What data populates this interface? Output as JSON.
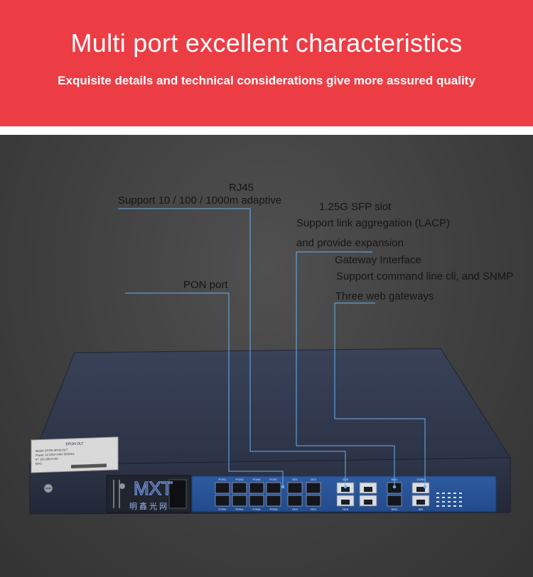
{
  "banner": {
    "title": "Multi port excellent characteristics",
    "subtitle": "Exquisite details and technical considerations give more assured quality",
    "background": "#ec3d45"
  },
  "callouts": {
    "rj45_title": "RJ45",
    "rj45_desc": "Support 10 / 100 / 1000m adaptive",
    "sfp_title": "1.25G SFP slot",
    "sfp_desc1": "Support link aggregation (LACP)",
    "sfp_desc2": "and provide expansion",
    "gateway_title": "Gateway Interface",
    "gateway_desc1": "Support command line cli, and SNMP",
    "gateway_desc2": "Three web gateways",
    "pon_title": "PON port",
    "line_color": "#6ab0f0"
  },
  "device": {
    "label_lines": [
      "EPON OLT",
      "Model: EPON-4PON OLT",
      "Power: AC100V-240V 50/60Hz",
      "IP: 192.168.0.100",
      "MAC:"
    ],
    "watermark": "MXT",
    "watermark_cn": "明 鑫 光 网",
    "pon_top": [
      "PON1",
      "PON3",
      "PON5",
      "PON7"
    ],
    "pon_bottom": [
      "PON2",
      "PON4",
      "PON6",
      "PON8"
    ],
    "ge_top": [
      "GE1",
      "GE3"
    ],
    "ge_bottom": [
      "GE2",
      "GE4"
    ],
    "ge_rj45_top": "GE5",
    "ge_rj45_bottom": "GE6",
    "mgmt_top": "MG1",
    "mgmt_bottom": "MG2",
    "console_top": "CON1",
    "console_bottom": "MN"
  }
}
